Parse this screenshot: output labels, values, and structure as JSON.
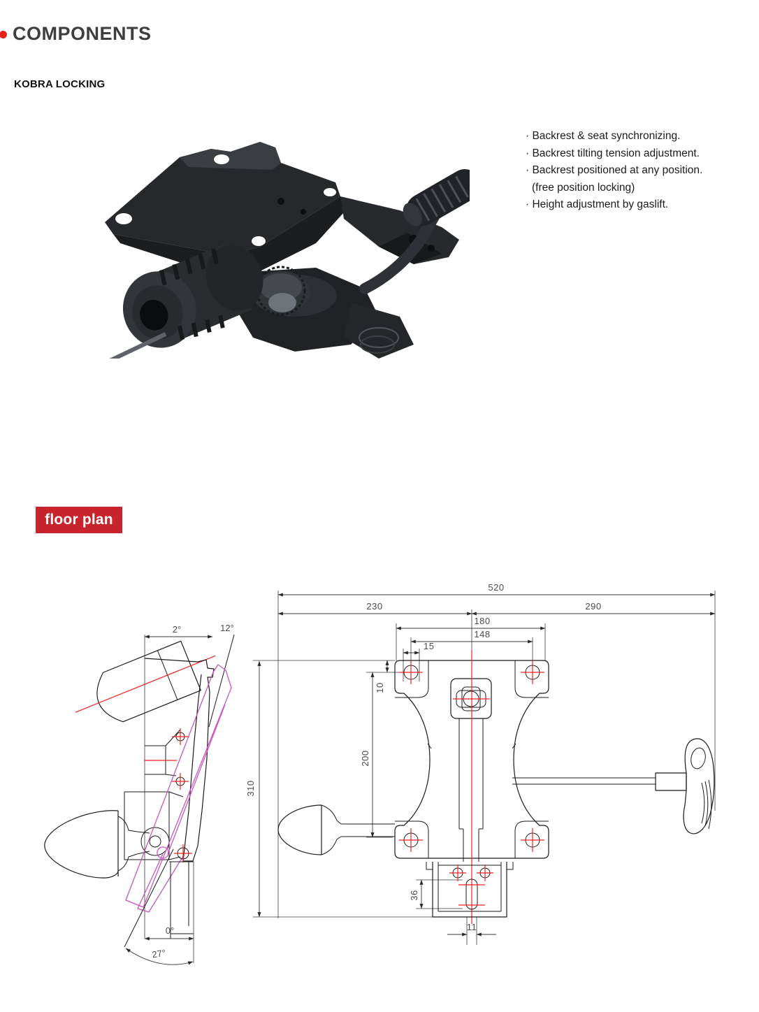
{
  "header": {
    "title": "COMPONENTS",
    "subtitle": "KOBRA LOCKING",
    "bullet_color": "#e32119"
  },
  "features": {
    "items": [
      "· Backrest & seat synchronizing.",
      "· Backrest tilting tension adjustment.",
      "· Backrest positioned at any position.",
      "(free position locking)",
      "· Height adjustment by gaslift."
    ]
  },
  "floor_plan_badge": {
    "label": "floor plan",
    "bg": "#c8242b",
    "fg": "#ffffff"
  },
  "drawing": {
    "dims": {
      "total_width": "520",
      "left_width": "230",
      "right_width": "290",
      "plate_width": "180",
      "hole_span": "148",
      "hole_offset_x": "15",
      "hole_offset_y": "10",
      "hole_to_knob": "200",
      "total_height": "310",
      "slot_length": "36",
      "slot_width": "11"
    },
    "angles": {
      "seat_tilt": "2°",
      "back_tilt": "12°",
      "upright": "0°",
      "max_recline": "27°"
    },
    "colors": {
      "line": "#1b1b1b",
      "centerline": "#f32020",
      "ghost": "#c855c0"
    }
  }
}
